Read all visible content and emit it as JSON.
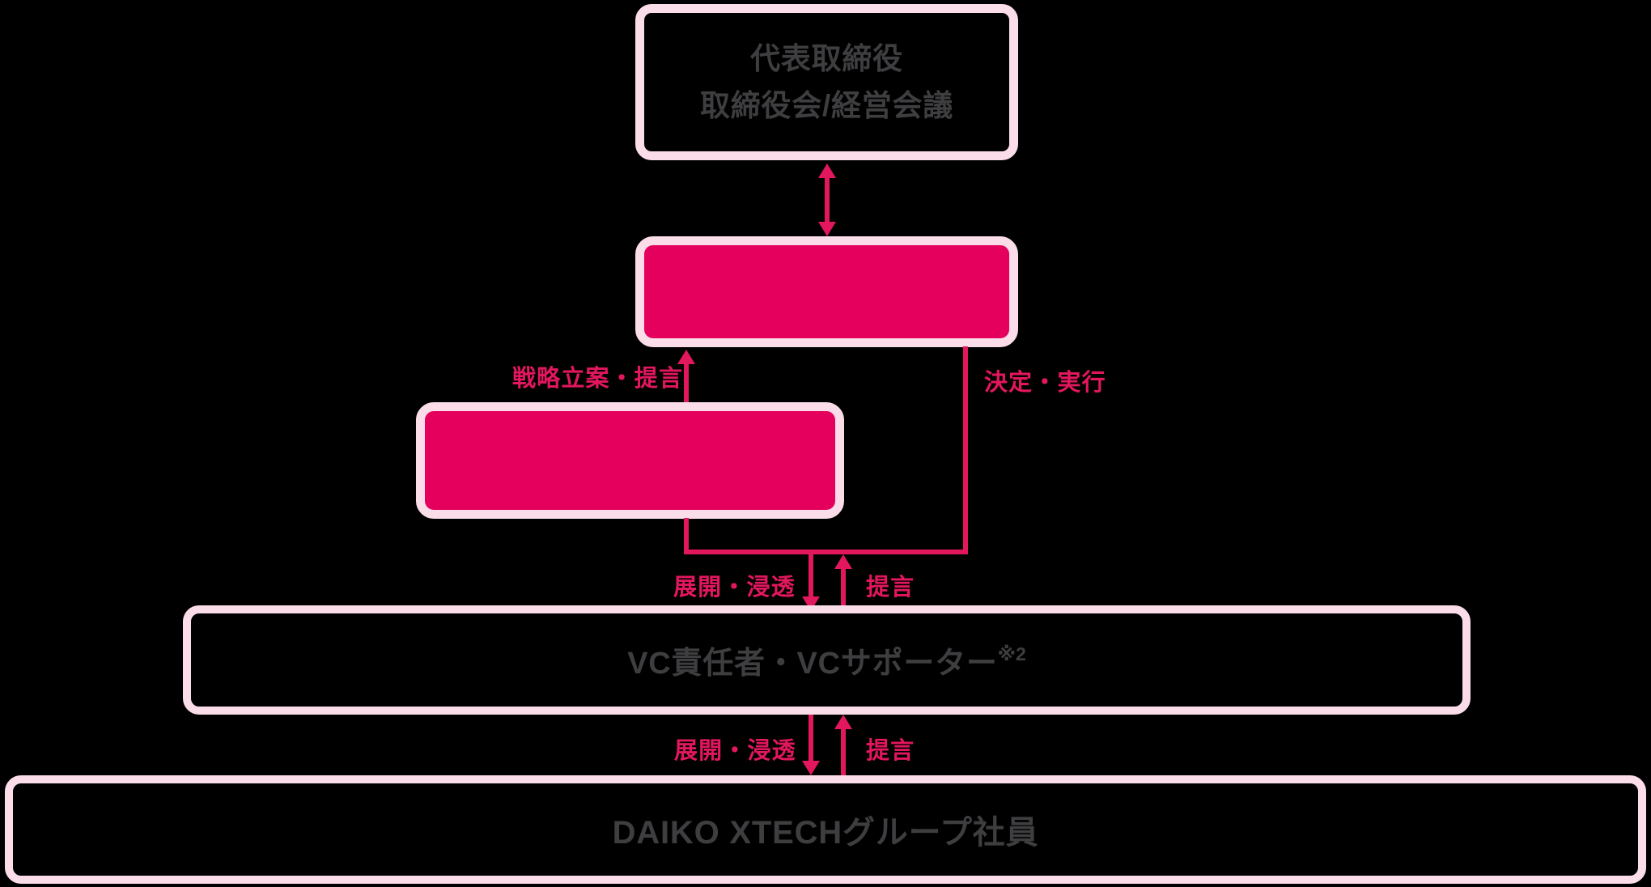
{
  "colors": {
    "background": "#000000",
    "accent_pink": "#e4005c",
    "arrow_pink": "#e2175d",
    "light_pink_border": "#fbdde9",
    "dark_text": "#3e3e40"
  },
  "org_chart": {
    "top_box": {
      "line1": "代表取締役",
      "line2": "取締役会/経営会議"
    },
    "vc_box": {
      "label": "VC責任者・VCサポーター",
      "note_ref": "※2"
    },
    "employees_box": {
      "label": "DAIKO XTECHグループ社員"
    },
    "labels": {
      "strategy_proposal": "戦略立案・提言",
      "decide_execute": "決定・実行",
      "deploy_permeate_upper": "展開・浸透",
      "proposal_upper": "提言",
      "deploy_permeate_lower": "展開・浸透",
      "proposal_lower": "提言"
    }
  }
}
